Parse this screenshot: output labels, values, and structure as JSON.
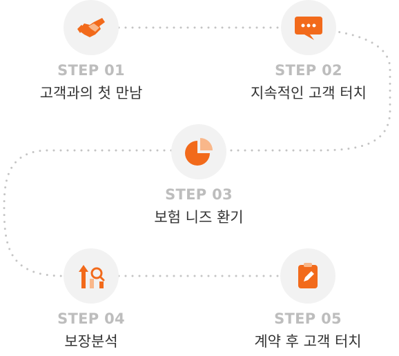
{
  "theme": {
    "accent": "#f26a1b",
    "accent_light": "#f9b78a",
    "circle_bg": "#f2f2f2",
    "label_color": "#bdbdbd",
    "dot_color": "#c4c4c4"
  },
  "steps": [
    {
      "label": "STEP 01",
      "title": "고객과의 첫 만남",
      "icon": "handshake-icon"
    },
    {
      "label": "STEP 02",
      "title": "지속적인 고객 터치",
      "icon": "chat-bubble-icon"
    },
    {
      "label": "STEP 03",
      "title": "보험 니즈 환기",
      "icon": "pie-chart-icon"
    },
    {
      "label": "STEP 04",
      "title": "보장분석",
      "icon": "analysis-chart-icon"
    },
    {
      "label": "STEP 05",
      "title": "계약 후 고객 터치",
      "icon": "clipboard-icon"
    }
  ]
}
